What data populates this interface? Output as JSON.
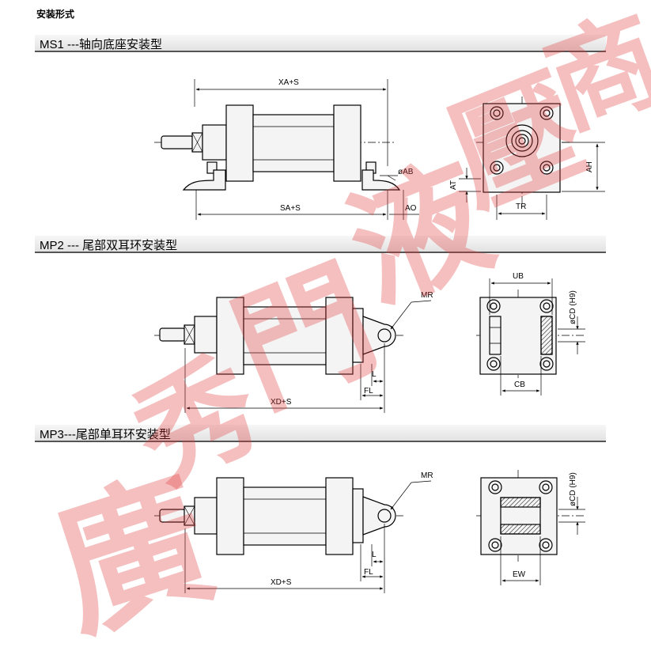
{
  "page_title": "安装形式",
  "sections": [
    {
      "title": "MS1 ---轴向底座安装型"
    },
    {
      "title": "MP2 --- 尾部双耳环安装型"
    },
    {
      "title": "MP3---尾部单耳环安装型"
    }
  ],
  "ms1_labels": {
    "xa": "XA+S",
    "sa": "SA+S",
    "ab": "øAB",
    "ao": "AO",
    "at": "AT",
    "ah": "AH",
    "tr": "TR"
  },
  "mp2_labels": {
    "mr": "MR",
    "l": "L",
    "fl": "FL",
    "xd": "XD+S",
    "ub": "UB",
    "cd": "øCD (H9)",
    "cb": "CB"
  },
  "mp3_labels": {
    "mr": "MR",
    "l": "L",
    "fl": "FL",
    "xd": "XD+S",
    "cd": "øCD (H9)",
    "ew": "EW"
  },
  "watermark": {
    "text": "廣秀門液壓商"
  },
  "colors": {
    "section_rule": "#555555",
    "watermark": "#e23b3b",
    "cylinder_fill": "#f4f4f4"
  }
}
